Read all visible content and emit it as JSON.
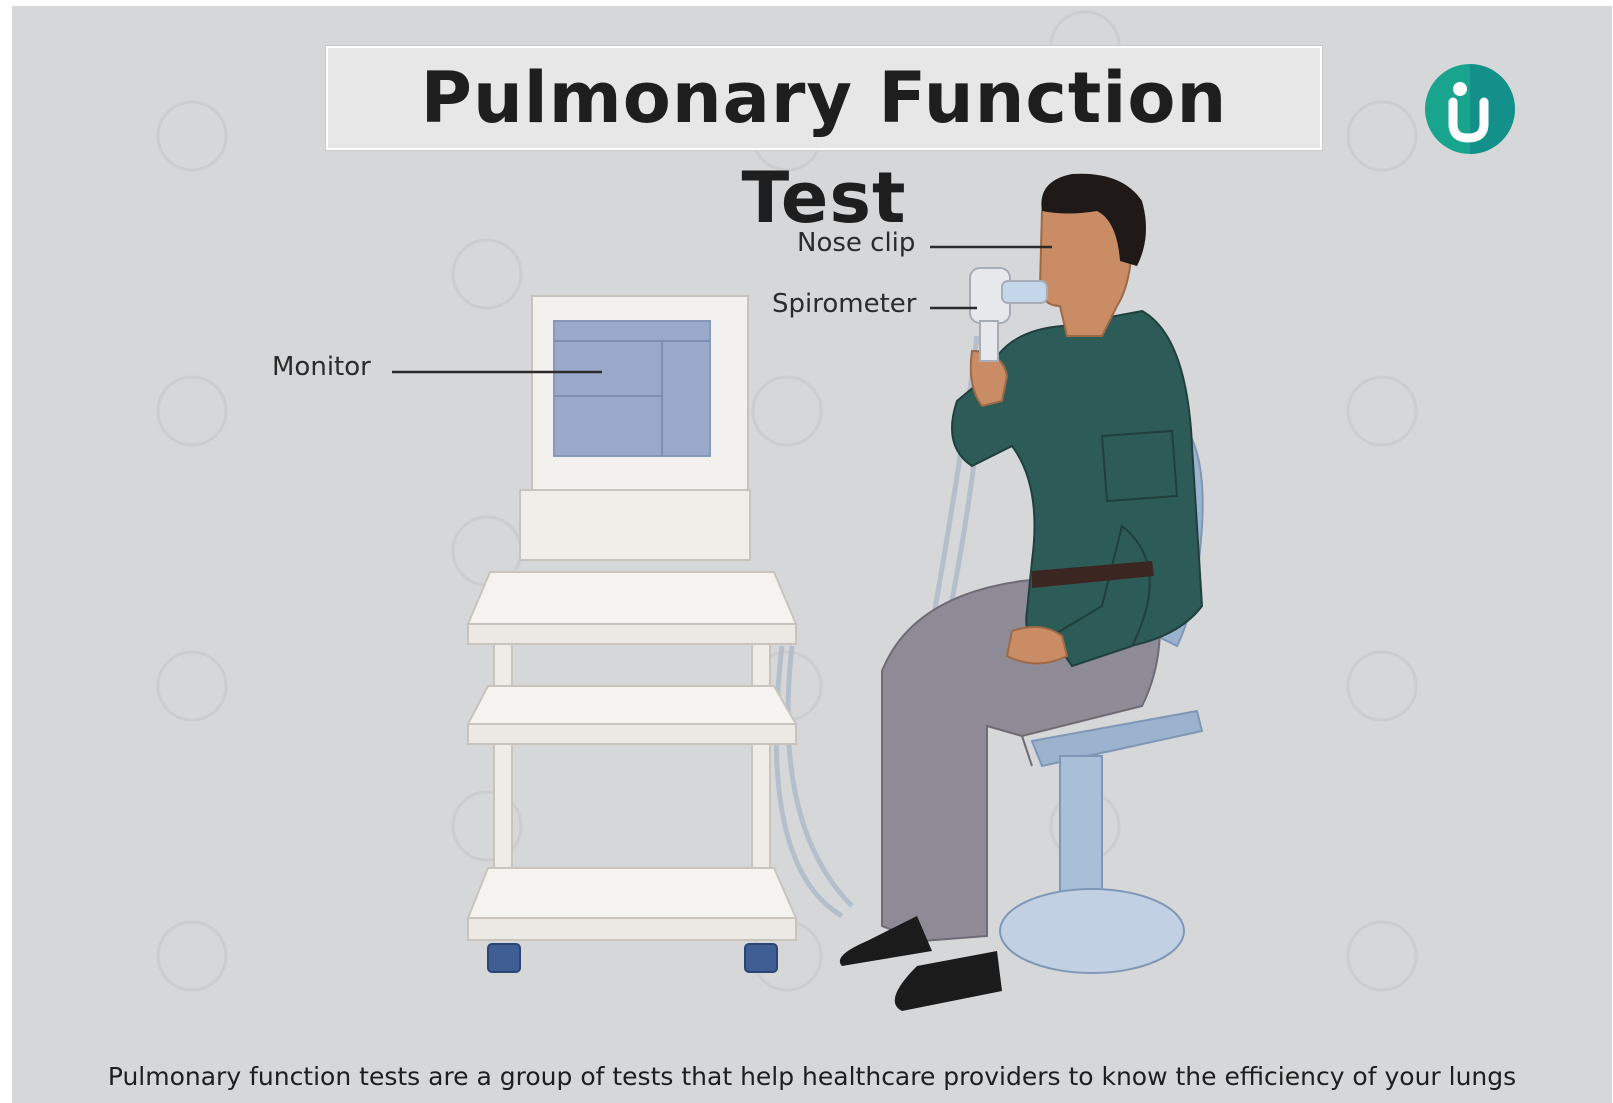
{
  "title": "Pulmonary Function Test",
  "labels": {
    "nose_clip": "Nose clip",
    "spirometer": "Spirometer",
    "monitor": "Monitor"
  },
  "caption": "Pulmonary function tests are a group of tests that help healthcare providers to know the efficiency of your lungs",
  "logo": {
    "name": "brand-logo",
    "color": "#19a58d",
    "color_dark": "#0f7f88",
    "glyph": "i"
  },
  "colors": {
    "background": "#d6d7d9",
    "shirt": "#2d5b57",
    "trousers": "#8e8a96",
    "skin": "#c98c64",
    "hair": "#1f1a17",
    "monitor_screen": "#9aa9c9",
    "cart": "#f3f1ee",
    "stool": "#9bb3cf"
  }
}
